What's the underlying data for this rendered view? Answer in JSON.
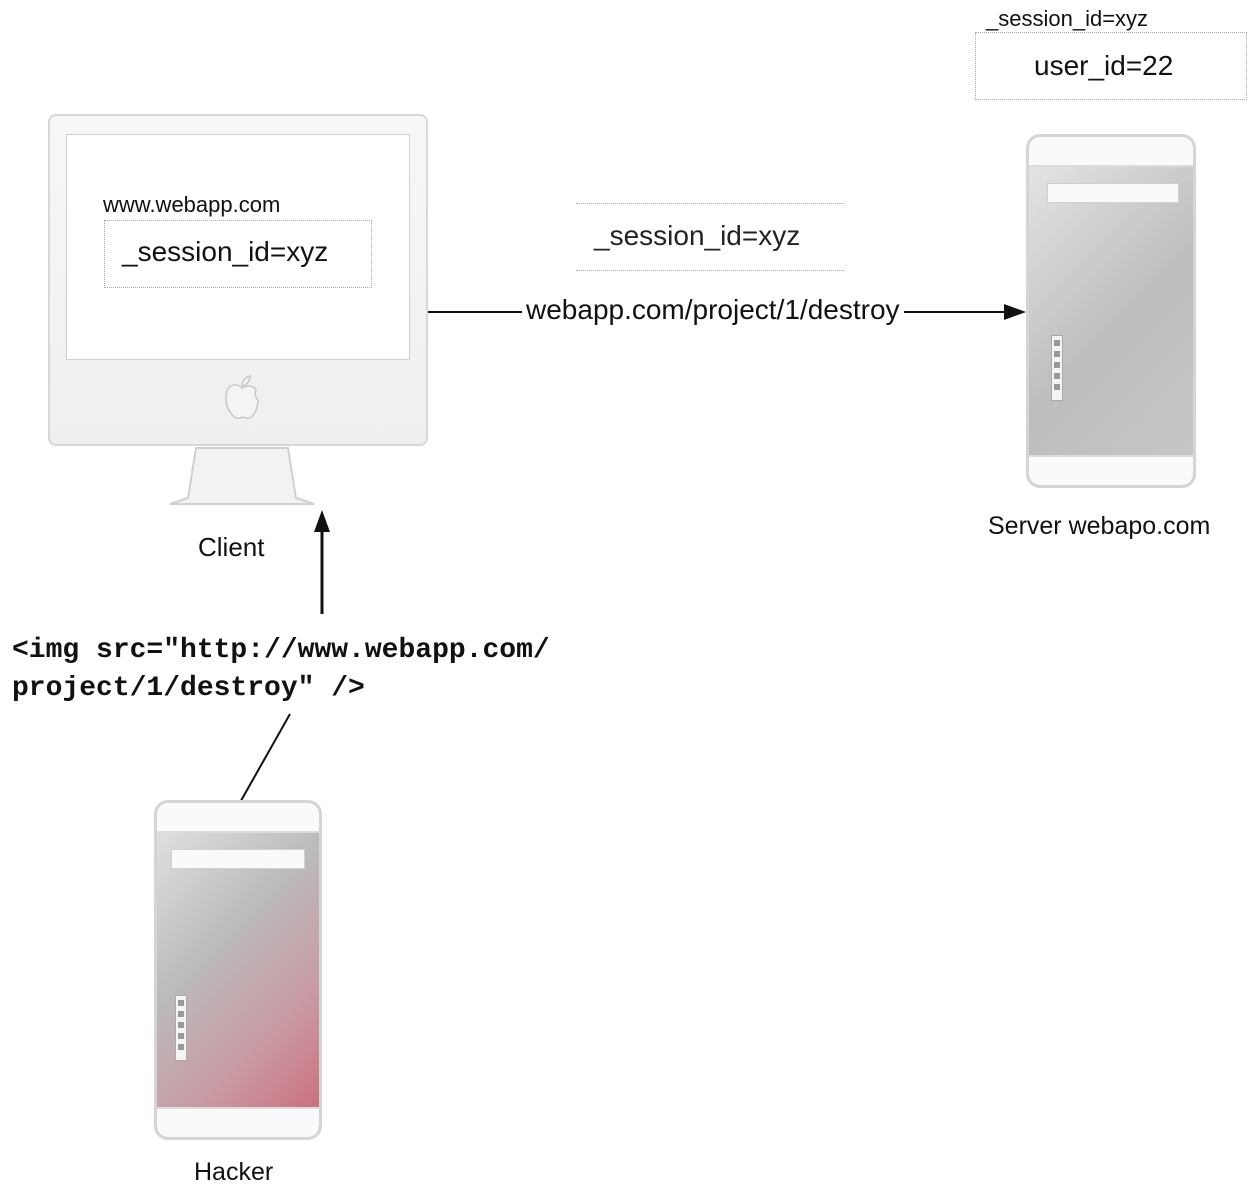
{
  "client": {
    "label": "Client",
    "url": "www.webapp.com",
    "cookie": "_session_id=xyz"
  },
  "request": {
    "cookie": "_session_id=xyz",
    "url": "webapp.com/project/1/destroy"
  },
  "server": {
    "label": "Server webapo.com",
    "session_key": "_session_id=xyz",
    "session_value": "user_id=22"
  },
  "hacker": {
    "label": "Hacker",
    "code_line1": "<img src=\"http://www.webapp.com/",
    "code_line2": "project/1/destroy\" />"
  },
  "colors": {
    "hacker_accent": "#cc6777",
    "tower_gray": "#bdbdbd"
  }
}
